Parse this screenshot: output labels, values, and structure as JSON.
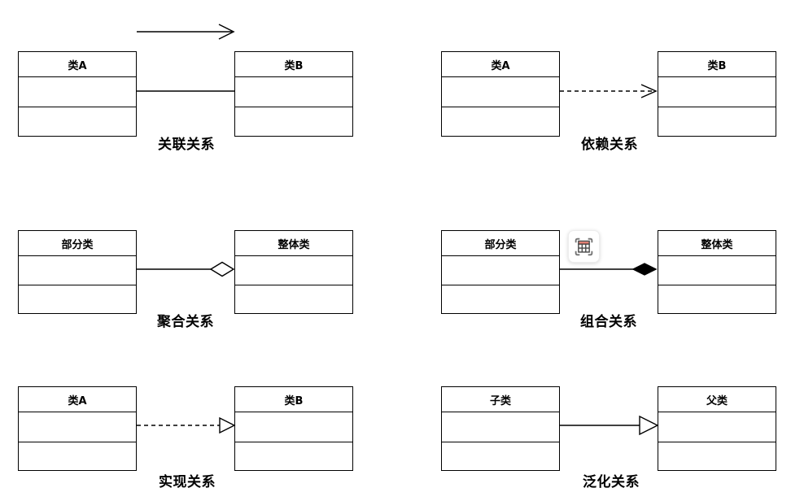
{
  "colors": {
    "page_bg": "#ffffff",
    "stroke": "#000000",
    "icon_card_bg": "#ffffff",
    "icon_bracket": "#757575",
    "icon_table_stroke": "#4d4d4d",
    "icon_table_header": "#e05243",
    "icon_table_header_light": "#f6b0a7"
  },
  "groups": [
    {
      "name": "association",
      "label": "关联关系",
      "left": {
        "title": "类A"
      },
      "right": {
        "title": "类B"
      },
      "connector": "solid-line",
      "decoration": "open-arrow-right-above"
    },
    {
      "name": "dependency",
      "label": "依赖关系",
      "left": {
        "title": "类A"
      },
      "right": {
        "title": "类B"
      },
      "connector": "dashed-line-open-arrow"
    },
    {
      "name": "aggregation",
      "label": "聚合关系",
      "left": {
        "title": "部分类"
      },
      "right": {
        "title": "整体类"
      },
      "connector": "solid-line-hollow-diamond"
    },
    {
      "name": "composition",
      "label": "组合关系",
      "left": {
        "title": "部分类"
      },
      "right": {
        "title": "整体类"
      },
      "connector": "solid-line-filled-diamond"
    },
    {
      "name": "realization",
      "label": "实现关系",
      "left": {
        "title": "类A"
      },
      "right": {
        "title": "类B"
      },
      "connector": "dashed-line-hollow-triangle"
    },
    {
      "name": "generalization",
      "label": "泛化关系",
      "left": {
        "title": "子类"
      },
      "right": {
        "title": "父类"
      },
      "connector": "solid-line-hollow-triangle"
    }
  ],
  "overlay": {
    "icon": "table-capture-icon"
  }
}
